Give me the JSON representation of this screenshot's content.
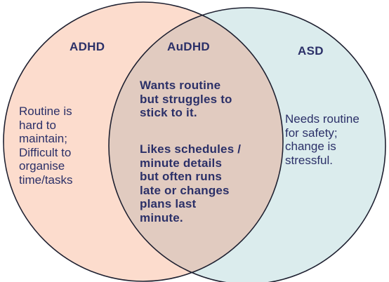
{
  "colors": {
    "adhd_fill": "#fcdccd",
    "asd_fill": "#dbeced",
    "overlap_fill": "#e1cbc0",
    "outline": "#1e2030",
    "text": "#2b3068"
  },
  "labels": {
    "adhd": "ADHD",
    "audhd": "AuDHD",
    "asd": "ASD"
  },
  "texts": {
    "adhd": "Routine is\nhard to\nmaintain;\nDifficult to\norganise\ntime/tasks",
    "audhd_1": "Wants routine\nbut struggles to\nstick to it.",
    "audhd_2": "Likes schedules /\nminute details\nbut often runs\nlate or changes\nplans last\nminute.",
    "asd": "Needs routine\nfor safety;\nchange is\nstressful."
  }
}
